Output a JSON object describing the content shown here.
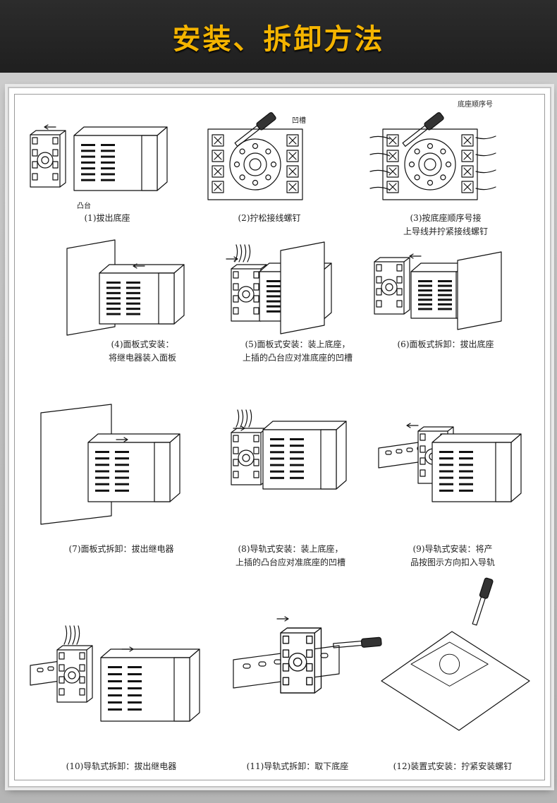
{
  "header": {
    "title": "安装、拆卸方法"
  },
  "steps": [
    {
      "line1": "(1)拔出底座",
      "line2": ""
    },
    {
      "line1": "(2)拧松接线螺钉",
      "line2": ""
    },
    {
      "line1": "(3)按底座顺序号接",
      "line2": "上导线并拧紧接线螺钉"
    },
    {
      "line1": "(4)面板式安装：",
      "line2": "将继电器装入面板"
    },
    {
      "line1": "(5)面板式安装：装上底座，",
      "line2": "上插的凸台应对准底座的凹槽"
    },
    {
      "line1": "(6)面板式拆卸：拔出底座",
      "line2": ""
    },
    {
      "line1": "(7)面板式拆卸：拔出继电器",
      "line2": ""
    },
    {
      "line1": "(8)导轨式安装：装上底座，",
      "line2": "上插的凸台应对准底座的凹槽"
    },
    {
      "line1": "(9)导轨式安装：将产",
      "line2": "品按图示方向扣入导轨"
    },
    {
      "line1": "(10)导轨式拆卸：拔出继电器",
      "line2": ""
    },
    {
      "line1": "(11)导轨式拆卸：取下底座",
      "line2": ""
    },
    {
      "line1": "(12)装置式安装：拧紧安装螺钉",
      "line2": ""
    }
  ],
  "labels": {
    "boss": "凸台",
    "groove": "凹槽",
    "order": "底座顺序号"
  },
  "colors": {
    "banner": "#1f1f1f",
    "title": "#f4b400",
    "line": "#111111"
  }
}
